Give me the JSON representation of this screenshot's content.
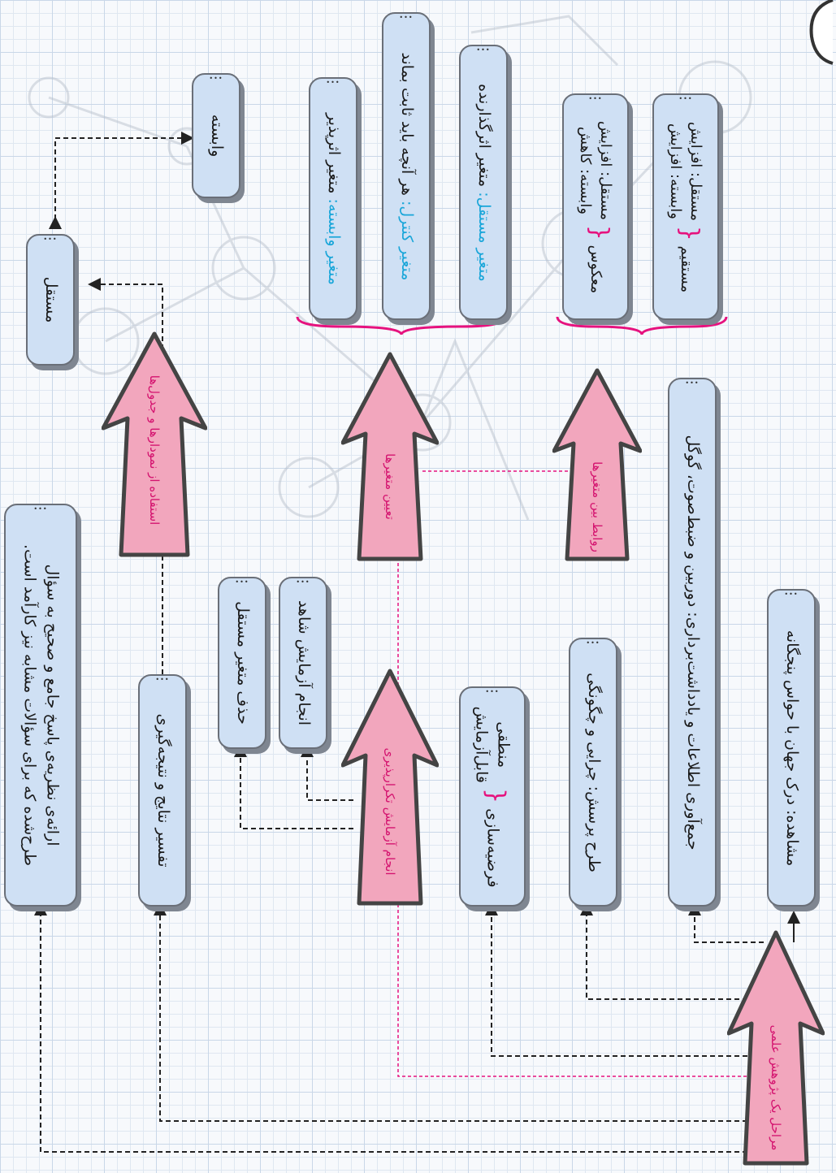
{
  "title_arrow": {
    "label": "مراحل یک پژوهش علمی"
  },
  "steps": {
    "observation": "مشاهده: درک جهان با حواس پنجگانه",
    "data_collection": "جمع‌آوری اطلاعات و یادداشت‌برداری: دوربین و ضبط‌صوت، گوگل",
    "question": "طرح پرسش: چرایی و چگونگی",
    "hypothesis_title": "فرضیه‌سازی",
    "hypothesis_items": [
      "منطقی",
      "قابل‌آزمایش"
    ],
    "results": "تفسیر نتایج و نتیجه‌گیری",
    "theory_line1": "ارائه‌ی نظریه‌ی پاسخ جامع و صحیح به سؤال",
    "theory_line2": "طرح‌شده که برای سؤالات مشابه نیز کارآمد است."
  },
  "arrows": {
    "relations": "روابط بین متغیرها",
    "variables": "تعیین متغیرها",
    "repeat": "انجام آزمایش تکرارپذیری",
    "charts": "استفاده از نمودارها و جدول‌ها"
  },
  "relations": {
    "direct_title": "مستقیم",
    "direct_line1": "مستقل: افزایش",
    "direct_line2": "وابسته: افزایش",
    "inverse_title": "معکوس",
    "inverse_line1": "مستقل: افزایش",
    "inverse_line2": "وابسته: کاهش"
  },
  "variables": {
    "independent_label": "متغیر مستقل:",
    "independent_text": "متغیر اثرگذارنده",
    "control_label": "متغیر کنترل:",
    "control_text": "هر آنچه باید ثابت بماند",
    "dependent_label": "متغیر وابسته:",
    "dependent_text": "متغیر اثرپذیر"
  },
  "repeat_items": {
    "control": "انجام آزمایش شاهد",
    "remove": "حذف متغیر مستقل"
  },
  "charts_items": {
    "dependent": "وابسته",
    "independent": "مستقل"
  }
}
